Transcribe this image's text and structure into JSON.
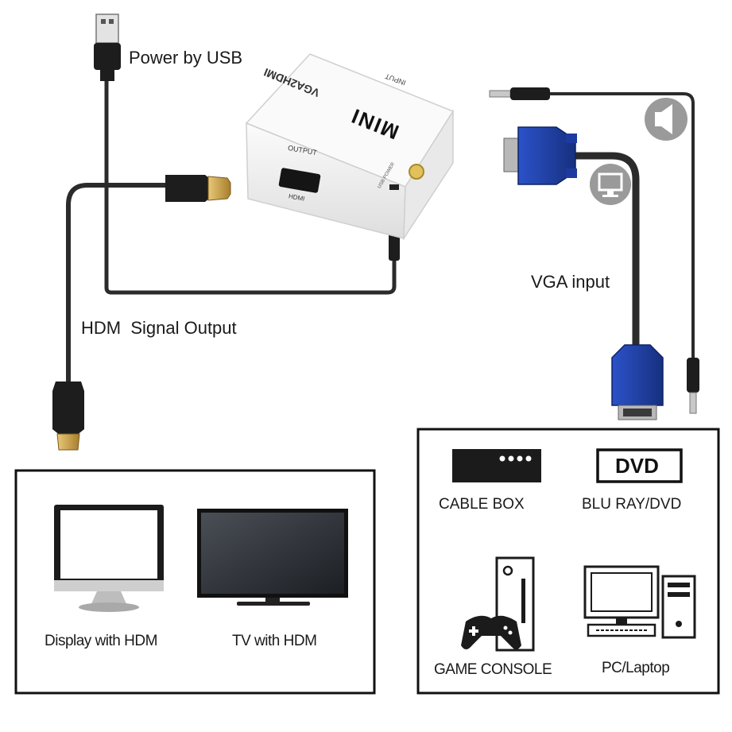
{
  "labels": {
    "power": "Power by USB",
    "hdmi_output": "HDM  Signal Output",
    "vga_input": "VGA input"
  },
  "device": {
    "model": "VGA2HDMI",
    "badge": "MINI",
    "input_port": "INPUT",
    "output_port": "OUTPUT",
    "hdmi_port": "HDMI",
    "power_port": "USB POWER"
  },
  "outputs": [
    {
      "label": "Display with HDM",
      "icon": "monitor-icon"
    },
    {
      "label": "TV with HDM",
      "icon": "tv-icon"
    }
  ],
  "sources": [
    {
      "label": "CABLE BOX",
      "icon": "cable-box-icon"
    },
    {
      "label": "BLU RAY/DVD",
      "icon": "dvd-icon",
      "icon_text": "DVD"
    },
    {
      "label": "GAME CONSOLE",
      "icon": "game-console-icon"
    },
    {
      "label": "PC/Laptop",
      "icon": "pc-icon"
    }
  ],
  "colors": {
    "cable": "#2b2b2b",
    "vga_blue": "#1f3fa8",
    "gold": "#c9a24a",
    "device_white": "#f2f2f2",
    "icon_gray": "#8a8a8a"
  }
}
